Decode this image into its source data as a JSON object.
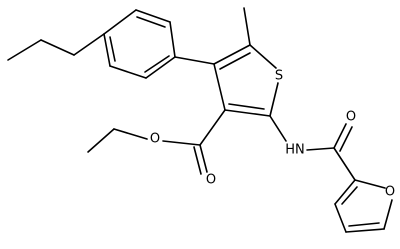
{
  "molecule": {
    "atom_labels": {
      "thiophene_sulfur": "S",
      "ester_carbonyl_oxygen": "O",
      "ester_ether_oxygen": "O",
      "amide_nitrogen": "HN",
      "amide_carbonyl_oxygen": "O",
      "furan_oxygen": "O"
    },
    "colors": {
      "bond": "#000000",
      "label": "#000000",
      "background": "#ffffff"
    }
  }
}
